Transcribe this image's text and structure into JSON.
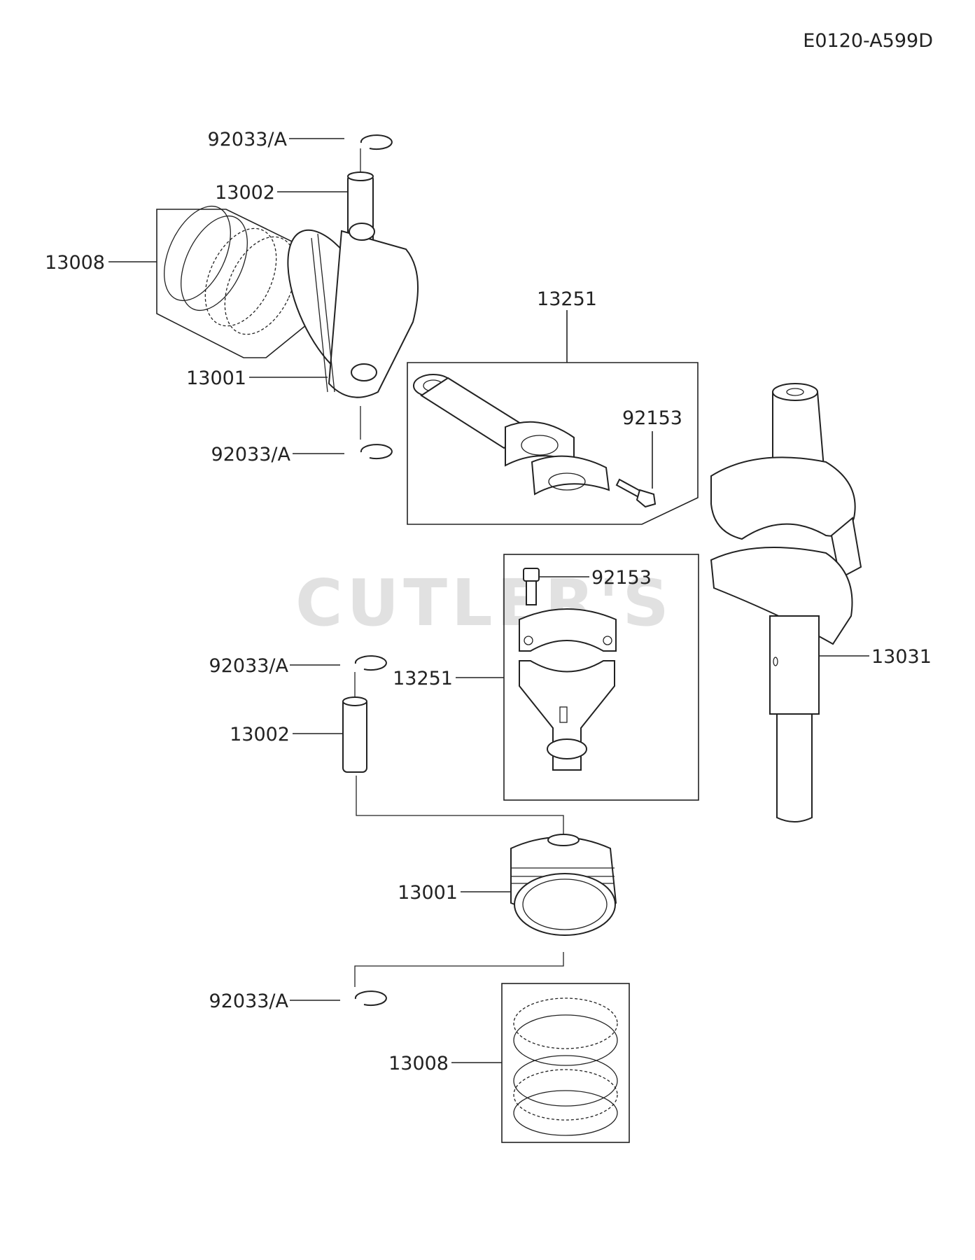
{
  "diagram_code": "E0120-A599D",
  "watermark": "CUTLER'S",
  "labels": {
    "circlip_top_1": "92033/A",
    "pin_top": "13002",
    "rings_top": "13008",
    "piston_top": "13001",
    "circlip_top_2": "92033/A",
    "conrod_top": "13251",
    "bolt_top": "92153",
    "bolt_mid": "92153",
    "conrod_mid": "13251",
    "circlip_mid": "92033/A",
    "pin_mid": "13002",
    "piston_bottom": "13001",
    "circlip_bottom": "92033/A",
    "rings_bottom": "13008",
    "crankshaft": "13031"
  }
}
